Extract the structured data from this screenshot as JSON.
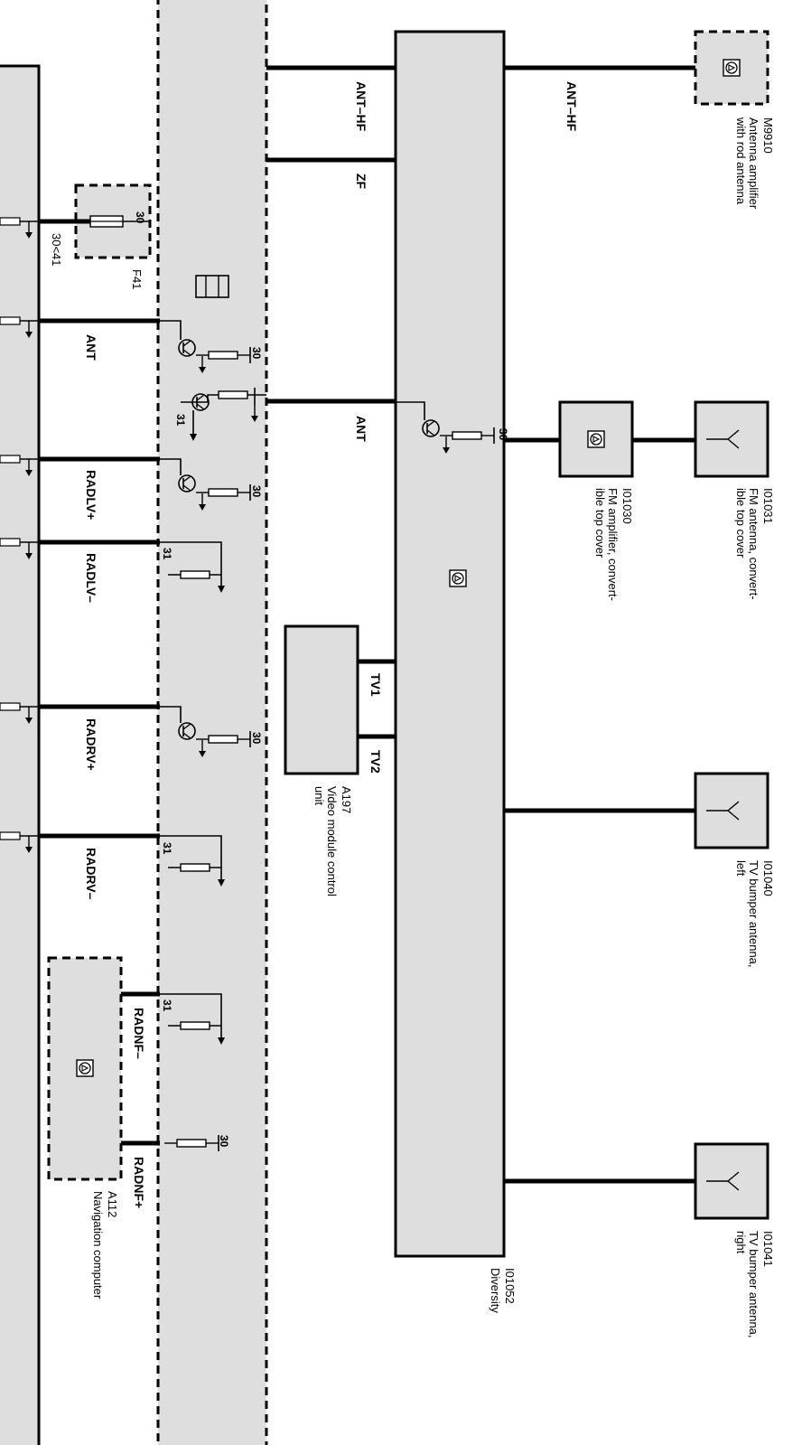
{
  "components": {
    "m9910": {
      "id": "M9910",
      "desc_1": "Antenna amplifier",
      "desc_2": "with rod antenna"
    },
    "i01031": {
      "id": "I01031",
      "desc_1": "FM  antenna, convert-",
      "desc_2": "ible top cover"
    },
    "i01030": {
      "id": "I01030",
      "desc_1": "FM  amplifier, convert-",
      "desc_2": "ible top cover"
    },
    "i01040": {
      "id": "I01040",
      "desc_1": "TV bumper antenna,",
      "desc_2": "left"
    },
    "i01041": {
      "id": "I01041",
      "desc_1": "TV bumper antenna,",
      "desc_2": "right"
    },
    "i01052": {
      "id": "I01052",
      "desc_1": "Diversity"
    },
    "a197": {
      "id": "A197",
      "desc_1": "Video module control",
      "desc_2": "unit"
    },
    "a112": {
      "id": "A112",
      "desc_1": "Navigation computer"
    },
    "f41": {
      "id": "F41"
    }
  },
  "signals": {
    "ant_hf_right": "ANT–HF",
    "ant_hf_left": "ANT–HF",
    "zf": "ZF",
    "ant_diversity": "ANT",
    "ant_radio": "ANT",
    "tv1": "TV1",
    "tv2": "TV2",
    "radlv_plus": "RADLV+",
    "radlv_minus": "RADLV–",
    "radrv_plus": "RADRV+",
    "radrv_minus": "RADRV–",
    "radnf_minus": "RADNF–",
    "radnf_plus": "RADNF+",
    "fuse_terminal": "30<41"
  },
  "pins": {
    "p30": "30",
    "p31": "31"
  }
}
